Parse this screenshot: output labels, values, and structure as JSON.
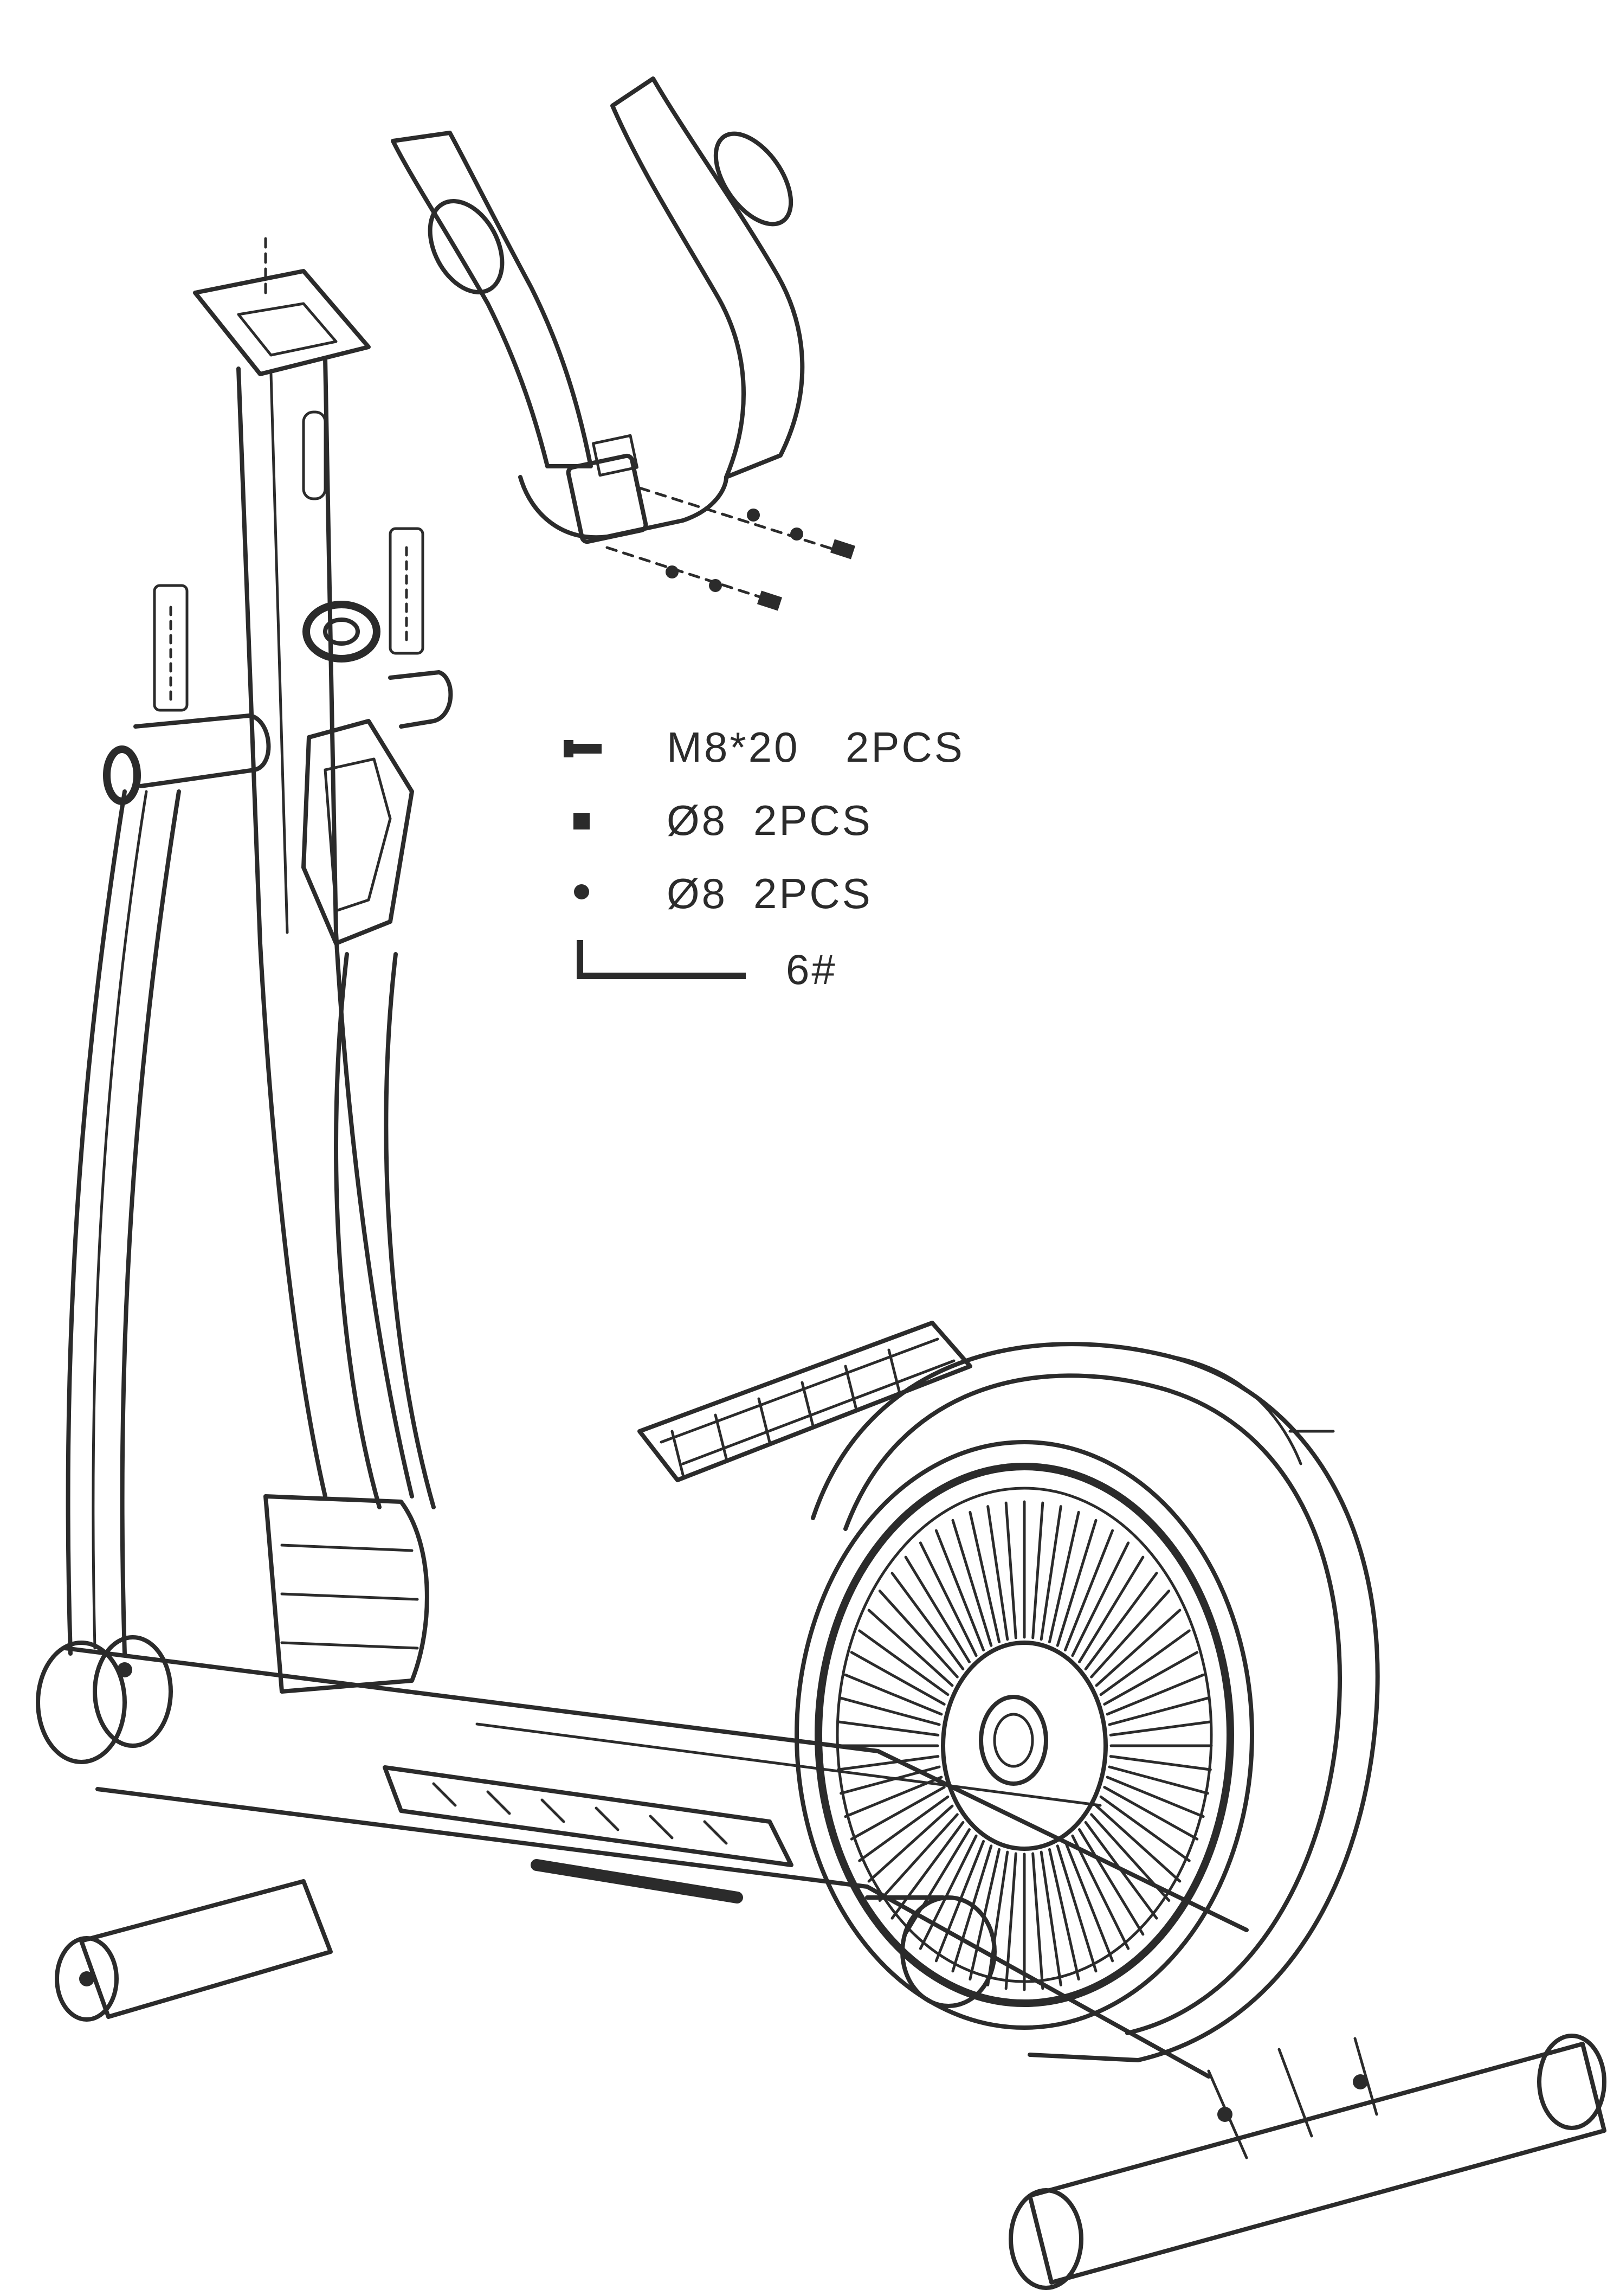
{
  "parts": [
    {
      "spec": "M8*20",
      "qty": "2PCS",
      "icon": "bolt-icon"
    },
    {
      "spec": "Ø8",
      "qty": "2PCS",
      "icon": "washer-icon"
    },
    {
      "spec": "Ø8",
      "qty": "2PCS",
      "icon": "lock-washer-icon"
    }
  ],
  "tool": {
    "label": "6#",
    "icon": "allen-wrench-icon"
  },
  "colors": {
    "line": "#2b2b2b",
    "background": "#ffffff"
  }
}
